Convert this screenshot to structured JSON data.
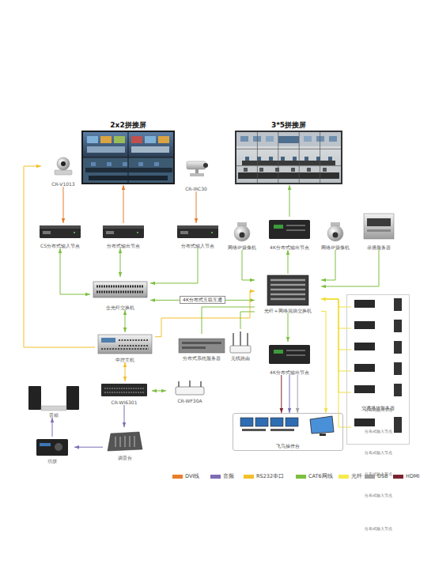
{
  "diagram": {
    "nodes": [
      {
        "text": [
          "2x2拼接屏"
        ]
      },
      {
        "text": [
          "3*5拼接屏"
        ]
      },
      {
        "text": [
          "CR-V1013"
        ]
      },
      {
        "text": [
          "CR-IRC30"
        ]
      },
      {
        "text": [
          "CS分布式输入节点"
        ]
      },
      {
        "text": [
          "分布式输出节点"
        ]
      },
      {
        "text": [
          "分布式输入节点"
        ]
      },
      {
        "text": [
          "网络IP摄像机"
        ]
      },
      {
        "text": [
          "4K分布式输出节点"
        ]
      },
      {
        "text": [
          "网络IP摄像机"
        ]
      },
      {
        "text": [
          "录播服务器"
        ]
      },
      {
        "text": [
          "全光纤交换机"
        ]
      },
      {
        "text": [
          "光纤+网络混插交换机"
        ]
      },
      {
        "text": [
          "中控主机"
        ]
      },
      {
        "text": [
          "分布式系统服务器"
        ]
      },
      {
        "text": [
          "无线路由"
        ]
      },
      {
        "text": [
          "4K分布式输出节点"
        ]
      },
      {
        "text": [
          "CR-WI6301"
        ]
      },
      {
        "text": [
          "CR-WF30A"
        ]
      },
      {
        "text": [
          "音箱"
        ]
      },
      {
        "text": [
          "功放"
        ]
      },
      {
        "text": [
          "调音台"
        ]
      },
      {
        "text": [
          "飞马操作台"
        ]
      },
      {
        "text": [
          "交通播放服务器"
        ]
      },
      {
        "text": [
          "分布式输入节点"
        ],
        "in": 23
      },
      {
        "text": [
          "分布式输入节点"
        ],
        "in": 23
      },
      {
        "text": [
          "分布式输入节点"
        ],
        "in": 23
      },
      {
        "text": [
          "分布式输入节点"
        ],
        "in": 23
      },
      {
        "text": [
          "分布式输入节点"
        ],
        "in": 23
      },
      {
        "text": [
          "分布式输入节点"
        ],
        "in": 23
      }
    ],
    "edges": [
      {
        "from": 2,
        "to": 4,
        "arrow": "to"
      },
      {
        "from": 13,
        "to": 2,
        "arrow": "to"
      },
      {
        "from": 4,
        "to": 11,
        "arrow": "both"
      },
      {
        "from": 5,
        "to": 0,
        "arrow": "to"
      },
      {
        "from": 11,
        "to": 5,
        "arrow": "both"
      },
      {
        "from": 3,
        "to": 6,
        "arrow": "to"
      },
      {
        "from": 6,
        "to": 11,
        "arrow": "to"
      },
      {
        "from": 11,
        "to": 12,
        "label": "4K分布式互联互通",
        "arrow": "both"
      },
      {
        "from": 13,
        "to": 11,
        "arrow": "both"
      },
      {
        "from": 13,
        "to": 12,
        "arrow": "to"
      },
      {
        "from": 13,
        "to": 17,
        "arrow": "both"
      },
      {
        "from": 17,
        "to": 18,
        "arrow": "both"
      },
      {
        "from": 17,
        "to": 21,
        "arrow": "to"
      },
      {
        "from": 21,
        "to": 20,
        "arrow": "to"
      },
      {
        "from": 20,
        "to": 19,
        "arrow": "to"
      },
      {
        "from": 8,
        "to": 1,
        "arrow": "to"
      },
      {
        "from": 12,
        "to": 8,
        "arrow": "to"
      },
      {
        "from": 7,
        "to": 12,
        "arrow": "to"
      },
      {
        "from": 9,
        "to": 12,
        "arrow": "to"
      },
      {
        "from": 10,
        "to": 12,
        "arrow": "to"
      },
      {
        "from": 14,
        "to": 12,
        "arrow": "none"
      },
      {
        "from": 15,
        "to": 12,
        "arrow": "none"
      },
      {
        "from": 12,
        "to": 16,
        "arrow": "to"
      },
      {
        "from": 16,
        "to": 22,
        "arrow": "to"
      },
      {
        "from": 16,
        "to": 22,
        "arrow": "to"
      },
      {
        "from": 16,
        "to": 22,
        "arrow": "to"
      },
      {
        "from": 12,
        "to": 22,
        "arrow": "to"
      },
      {
        "from": 24,
        "to": 12,
        "arrow": "to"
      },
      {
        "from": 25,
        "to": 12,
        "arrow": "to"
      },
      {
        "from": 26,
        "to": 12,
        "arrow": "to"
      },
      {
        "from": 27,
        "to": 12,
        "arrow": "to"
      },
      {
        "from": 28,
        "to": 12,
        "arrow": "to"
      },
      {
        "from": 29,
        "to": 12,
        "arrow": "to"
      }
    ],
    "legend": [
      {
        "text": "DVI线",
        "color": "#e87d2c"
      },
      {
        "text": "音频",
        "color": "#7d6db4"
      },
      {
        "text": "RS232串口",
        "color": "#f3bf2a"
      },
      {
        "text": "CAT6网线",
        "color": "#7dbf3e"
      },
      {
        "text": "光纤",
        "color": "#f5ea4a"
      },
      {
        "text": "USB",
        "color": "#a0a0a0"
      },
      {
        "text": "HDMI",
        "color": "#7b2431"
      }
    ]
  }
}
